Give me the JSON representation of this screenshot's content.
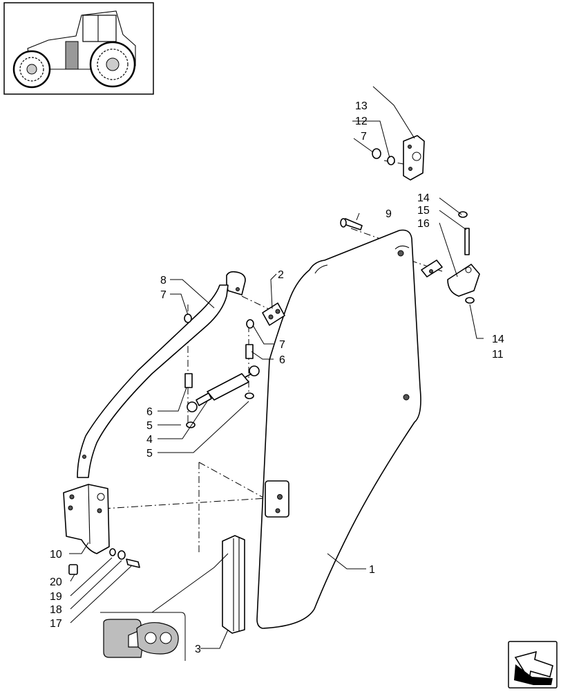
{
  "callouts": {
    "c1": "1",
    "c2": "2",
    "c3": "3",
    "c4": "4",
    "c5a": "5",
    "c5b": "5",
    "c6a": "6",
    "c6b": "6",
    "c7a": "7",
    "c7b": "7",
    "c7c": "7",
    "c8": "8",
    "c9": "9",
    "c10": "10",
    "c11": "11",
    "c12": "12",
    "c13": "13",
    "c14a": "14",
    "c14b": "14",
    "c15": "15",
    "c16": "16",
    "c17": "17",
    "c18": "18",
    "c19": "19",
    "c20": "20"
  },
  "icons": {
    "thumbnail": "tractor-icon",
    "nav": "next-page-arrow-icon"
  }
}
